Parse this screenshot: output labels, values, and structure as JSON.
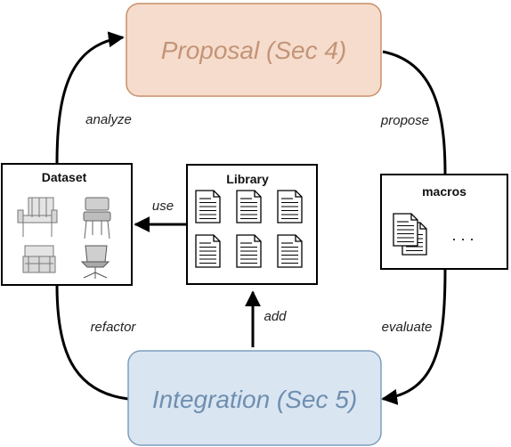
{
  "colors": {
    "proposal_fill": "#f6dccc",
    "proposal_stroke": "#c98f6a",
    "proposal_text": "#c39478",
    "integration_fill": "#d9e5f1",
    "integration_stroke": "#7d9dbd",
    "integration_text": "#6f8fb1",
    "line": "#000000",
    "doc_page": "#ffffff"
  },
  "nodes": {
    "proposal": {
      "label": "Proposal (Sec 4)"
    },
    "integration": {
      "label": "Integration (Sec 5)"
    },
    "dataset": {
      "title": "Dataset",
      "images": [
        "chair-wireframe-icon",
        "chair-solid-icon",
        "table-wireframe-icon",
        "office-chair-icon"
      ]
    },
    "library": {
      "title": "Library",
      "document_count": 6
    },
    "macros": {
      "title": "macros",
      "document_count": 2,
      "ellipsis": ". . ."
    }
  },
  "edges": {
    "analyze": "analyze",
    "propose": "propose",
    "use": "use",
    "refactor": "refactor",
    "add": "add",
    "evaluate": "evaluate"
  }
}
